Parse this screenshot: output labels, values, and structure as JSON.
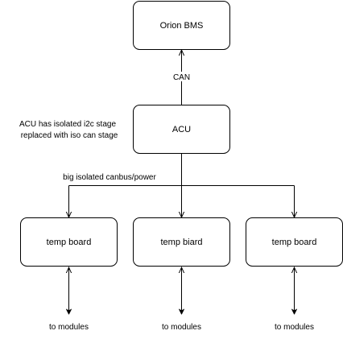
{
  "nodes": {
    "orion_bms": "Orion BMS",
    "acu": "ACU",
    "temp_board_1": "temp board",
    "temp_board_2": "temp biard",
    "temp_board_3": "temp board"
  },
  "edge_labels": {
    "can": "CAN",
    "bus": "big isolated canbus/power",
    "to_modules_1": "to modules",
    "to_modules_2": "to modules",
    "to_modules_3": "to modules"
  },
  "annotation": {
    "line1": "ACU has isolated i2c stage",
    "line2": "replaced with iso can stage"
  }
}
